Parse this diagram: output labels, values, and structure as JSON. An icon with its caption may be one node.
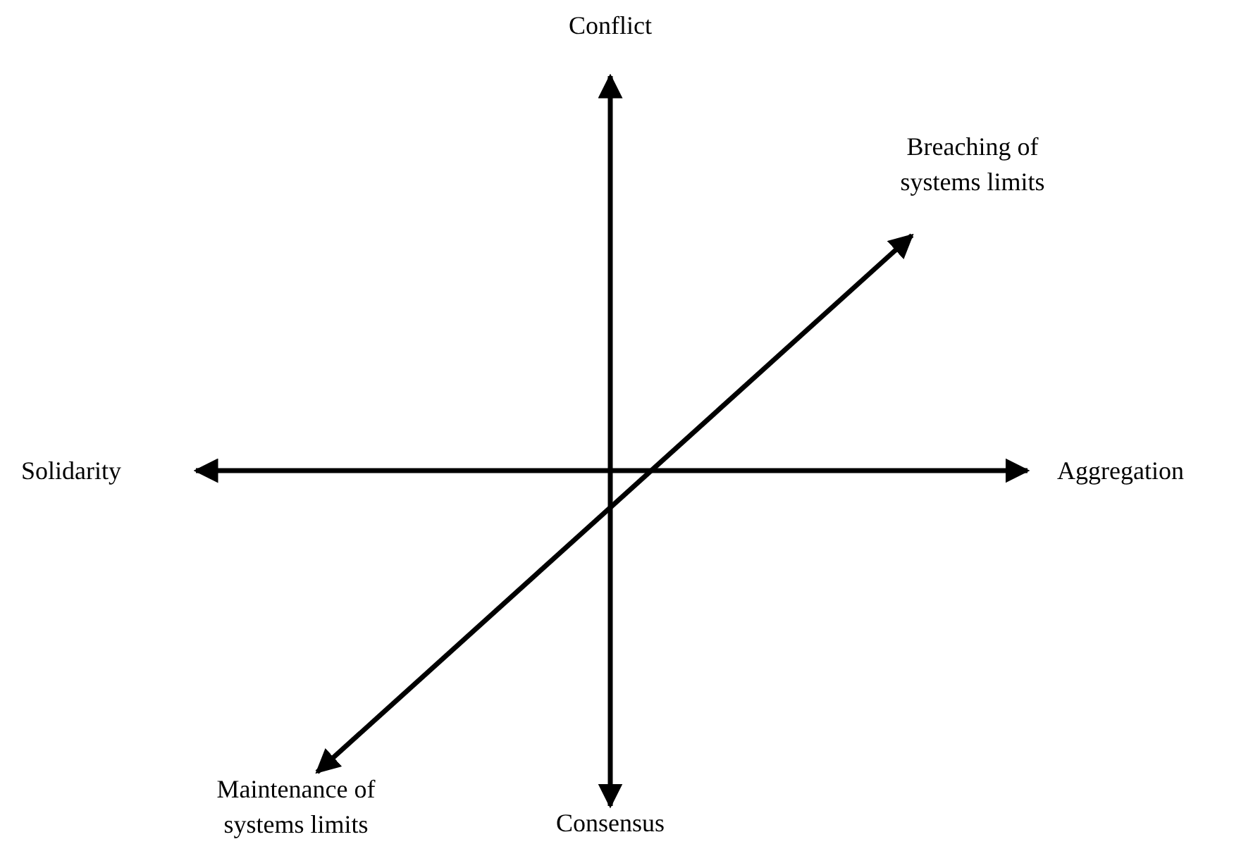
{
  "diagram": {
    "labels": [
      "Conflict",
      "Breaching of systems limits",
      "Solidarity",
      "Aggregation",
      "Maintenance of systems limits",
      "Consensus"
    ]
  }
}
